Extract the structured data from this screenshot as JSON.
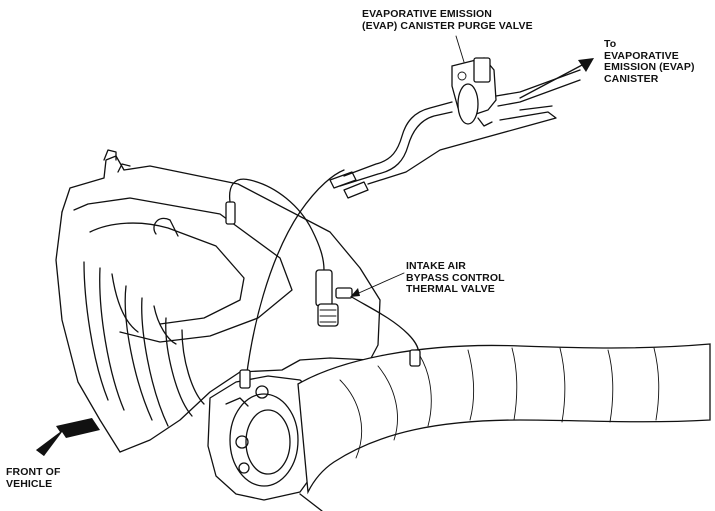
{
  "labels": {
    "purge_valve": [
      "EVAPORATIVE EMISSION",
      "(EVAP) CANISTER PURGE VALVE"
    ],
    "to_canister": [
      "To",
      "EVAPORATIVE",
      "EMISSION (EVAP)",
      "CANISTER"
    ],
    "bypass_valve": [
      "INTAKE AIR",
      "BYPASS CONTROL",
      "THERMAL VALVE"
    ],
    "front": [
      "FRONT OF",
      "VEHICLE"
    ]
  },
  "colors": {
    "ink": "#111111",
    "paper": "#ffffff"
  }
}
